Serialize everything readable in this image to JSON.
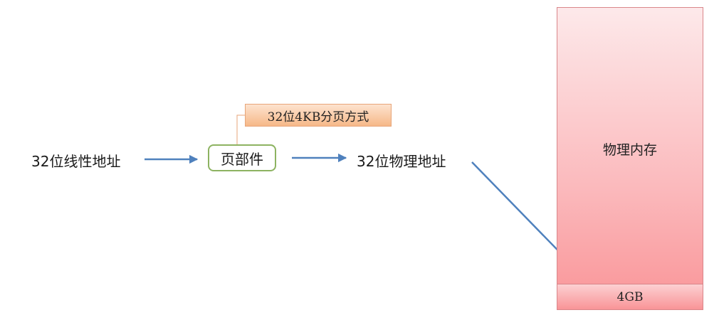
{
  "linear_address": "32位线性地址",
  "page_unit": "页部件",
  "paging_mode": "32位4KB分页方式",
  "physical_address": "32位物理地址",
  "physical_memory": {
    "title": "物理内存",
    "bottom_label": "4GB"
  },
  "colors": {
    "arrow": "#4f81bd",
    "page_unit_border": "#8db361",
    "callout_fill": "#f6b888",
    "memory_fill": "#fbb9bc"
  }
}
